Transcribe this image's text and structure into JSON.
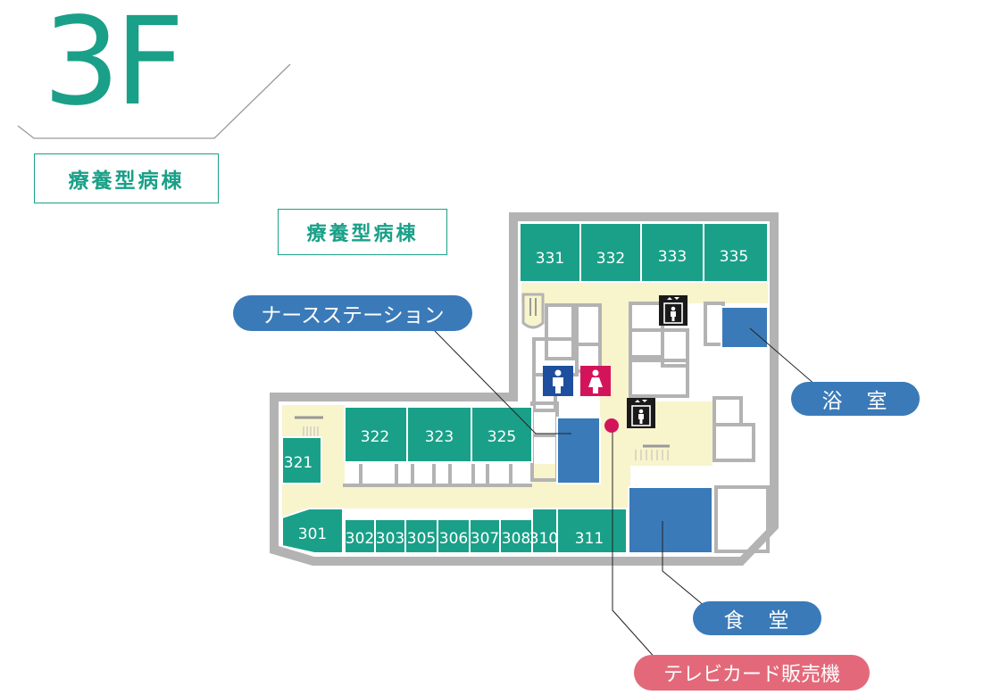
{
  "floor": {
    "number": "3F"
  },
  "ward": {
    "title": "療養型病棟",
    "subtitle": "療養型病棟"
  },
  "rooms": [
    "331",
    "332",
    "333",
    "335",
    "322",
    "323",
    "325",
    "321",
    "301",
    "302",
    "303",
    "305",
    "306",
    "307",
    "308",
    "310",
    "311"
  ],
  "callouts": {
    "nurse_station": "ナースステーション",
    "bath": "浴　室",
    "dining": "食　堂",
    "tv_card": "テレビカード販売機"
  },
  "icons": [
    "elevator-icon",
    "elevator-icon",
    "male-restroom-icon",
    "female-restroom-icon",
    "stairs-icon"
  ],
  "colors": {
    "room": "#1aa088",
    "corridor": "#f8f4cc",
    "facility": "#3a7ab8",
    "vending": "#d4145a",
    "wall": "#b3b3b3",
    "accent_pink": "#e3697a",
    "restroom_male": "#1d4f9e",
    "restroom_female": "#d4145a"
  }
}
